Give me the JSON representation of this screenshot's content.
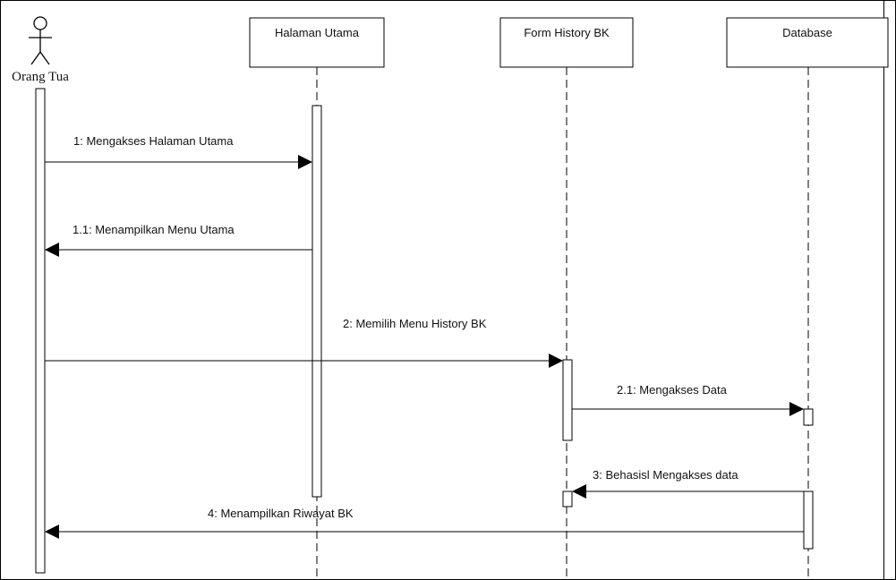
{
  "diagram": {
    "type": "sequence",
    "actor": {
      "name": "Orang Tua"
    },
    "lifelines": [
      {
        "id": "halaman_utama",
        "label": "Halaman Utama"
      },
      {
        "id": "form_history",
        "label": "Form History BK"
      },
      {
        "id": "database",
        "label": "Database"
      }
    ],
    "messages": [
      {
        "id": "m1",
        "label": "1: Mengakses Halaman Utama",
        "from": "orang_tua",
        "to": "halaman_utama",
        "kind": "call"
      },
      {
        "id": "m2",
        "label": "1.1: Menampilkan Menu Utama",
        "from": "halaman_utama",
        "to": "orang_tua",
        "kind": "return"
      },
      {
        "id": "m3",
        "label": "2: Memilih Menu History BK",
        "from": "orang_tua",
        "to": "form_history",
        "kind": "call"
      },
      {
        "id": "m4",
        "label": "2.1: Mengakses Data",
        "from": "form_history",
        "to": "database",
        "kind": "call"
      },
      {
        "id": "m5",
        "label": "3: Behasisl Mengakses data",
        "from": "database",
        "to": "form_history",
        "kind": "return"
      },
      {
        "id": "m6",
        "label": "4: Menampilkan Riwayat BK",
        "from": "database",
        "to": "orang_tua",
        "kind": "return"
      }
    ],
    "colors": {
      "line": "#000000",
      "box_fill": "#ffffff",
      "text": "#111111"
    }
  }
}
